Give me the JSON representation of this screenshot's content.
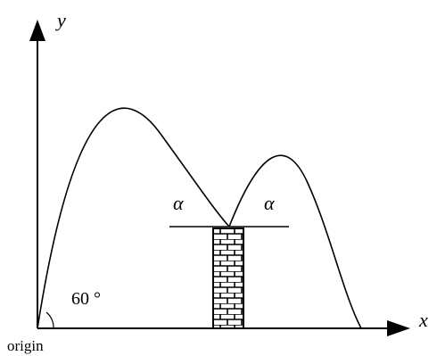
{
  "axes": {
    "x_label": "x",
    "y_label": "y"
  },
  "labels": {
    "origin": "origin",
    "launch_angle": "60 °",
    "angle_left": "α",
    "angle_right": "α"
  },
  "colors": {
    "stroke": "#000000",
    "background": "#ffffff"
  }
}
